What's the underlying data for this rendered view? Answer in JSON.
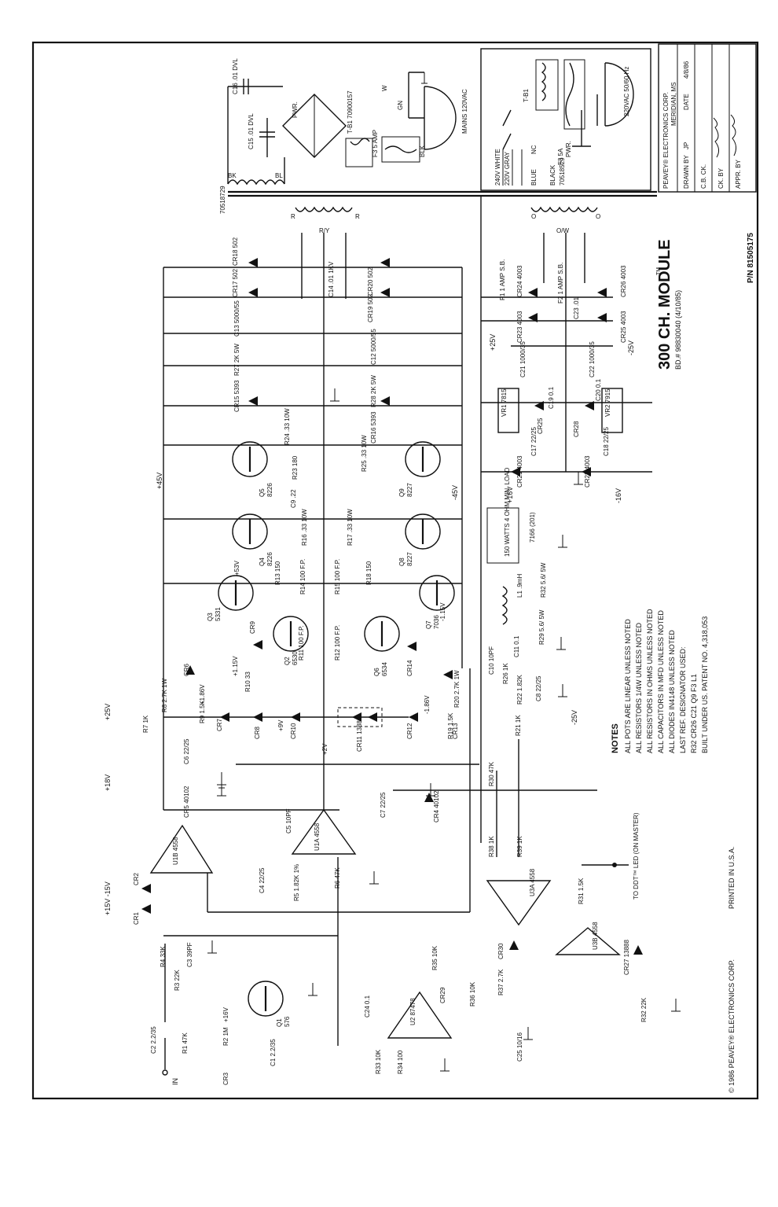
{
  "title": {
    "main": "300 CH. MODULE",
    "tm": "TM",
    "board": "BD.# 98830040 (4/10/85)",
    "part_number": "P/N 81505175"
  },
  "title_block": {
    "company": "PEAVEY® ELECTRONICS CORP.",
    "location": "MERIDIAN, MS",
    "rows": [
      {
        "label": "DRAWN BY",
        "value": "JP"
      },
      {
        "label": "C.B. CK.",
        "value": ""
      },
      {
        "label": "CK. BY",
        "value": ""
      },
      {
        "label": "APPR. BY",
        "value": ""
      },
      {
        "label": "DATE",
        "value": "4/8/86"
      }
    ]
  },
  "notes": {
    "heading": "NOTES",
    "lines": [
      "ALL POTS ARE LINEAR UNLESS NOTED",
      "ALL RESISTORS 1/4W UNLESS NOTED",
      "ALL RESISTORS IN OHMS UNLESS NOTED",
      "ALL CAPACITORS IN MFD UNLESS NOTED",
      "ALL DIODES IN4148 UNLESS NOTED",
      "LAST REF. DESIGNATOR USED:",
      "R32   CR26   C21   Q9   F3   L1",
      "BUILT UNDER US. PATENT NO. 4,318,053"
    ]
  },
  "footer": {
    "copyright": "© 1986  PEAVEY® ELECTRONICS CORP.",
    "printed": "PRINTED IN U.S.A."
  },
  "mains": {
    "label_120": "MAINS 120VAC",
    "label_220": "220VAC 50/60 Hz",
    "fuse_primary": "F3 5 AMP",
    "fuse_alt": "F3 5A",
    "pwr": "PWR.",
    "tb1": "T-B1 70900157",
    "tb1_alt": "T-B1",
    "taps": [
      "240V WHITE",
      "220V GRAY",
      "BLUE",
      "NC",
      "BLACK"
    ],
    "transformer_primary": "70518729",
    "transformer_alt": "70518529",
    "c15": "C15 .01 DVL",
    "c16": "C16 .01 DVL",
    "wire_labels": [
      "BK",
      "BL",
      "W",
      "GN",
      "BLK",
      "BLUE",
      "GN"
    ]
  },
  "power_supply": {
    "secondary_labels": [
      "R",
      "R/Y",
      "R",
      "O",
      "O/W",
      "O"
    ],
    "rails": [
      "+45V",
      "-45V",
      "+25V",
      "-25V",
      "+16V",
      "-16V",
      "+15V -15V",
      "+18V"
    ],
    "parts": [
      "CR18 502",
      "CR17 502",
      "CR20 502",
      "CR19 502",
      "C14 .01 1KV",
      "C13 5000/55",
      "C12 5000/55",
      "R27 2K 5W",
      "R28 2K 5W",
      "CR15 5393",
      "CR16 5393",
      "F1 1 AMP S.B.",
      "F2 1 AMP S.B.",
      "CR24 4003",
      "CR26 4003",
      "CR23 4003",
      "CR25 4003",
      "C23 .01",
      "C21 1000/35",
      "C22 1000/35",
      "VR1 7815",
      "VR2 7915",
      "C19 0.1",
      "C20 0.1",
      "CR28",
      "CR25",
      "C17 22/25",
      "C18 22/25",
      "CR21 4003",
      "CR22 4003"
    ]
  },
  "output_stage": {
    "transistors": [
      {
        "ref": "Q5",
        "type": "8226"
      },
      {
        "ref": "Q9",
        "type": "8227"
      },
      {
        "ref": "Q4",
        "type": "8226"
      },
      {
        "ref": "Q8",
        "type": "8227"
      },
      {
        "ref": "Q3",
        "type": "5331"
      },
      {
        "ref": "Q7",
        "type": "7036"
      },
      {
        "ref": "Q2",
        "type": "6530"
      },
      {
        "ref": "Q6",
        "type": "6534"
      },
      {
        "ref": "Q1",
        "type": "576"
      }
    ],
    "resistors": [
      "R24 .33 10W",
      "R25 .33 10W",
      "R23 180",
      "C9 .22",
      "R16 .33 10W",
      "R17 .33 10W",
      "R13 150",
      "R18 150",
      "R14 100 F.P.",
      "R15 100 F.P.",
      "R11 100 F.P.",
      "R12 100 F.P.",
      "R10 33",
      "R9 1.5K",
      "R8 2.7K 1W",
      "R7 1K",
      "R19 1.5K",
      "R20 2.7K 1W",
      "R21 1K",
      "R22 1.82K",
      "R26 1K",
      "C10 10PF",
      "C8 22/25",
      "C11 0.1",
      "R29 5.6/ 5W",
      "R32 5.6/ 5W",
      "L1 .9mH"
    ],
    "voltages": [
      "+53V",
      "+1.15V",
      "+1.86V",
      "+9V",
      "+2V",
      "-1.15V",
      "-1.86V"
    ],
    "diodes": [
      "CR9",
      "CR6",
      "CR7",
      "CR8",
      "CR10",
      "CR11 13888",
      "CR12",
      "CR13",
      "CR14"
    ],
    "load": "150 WATTS 4 OHM MIN. LOAD",
    "jack": "7166 (201)"
  },
  "input_stage": {
    "in_label": "IN",
    "parts": [
      "R1 47K",
      "C2 2.2/35",
      "R2 1M",
      "CR3",
      "C1 2.2/35",
      "+16V",
      "R3 22K",
      "R4 33K",
      "C3 39PF",
      "CR1",
      "CR2",
      "U1B 4558",
      "U1A 4558",
      "C4 22/25",
      "R5 1.82K 1%",
      "R6 47K",
      "C5 10PF",
      "C6 22/25",
      "CR5 40102",
      "C7 22/25",
      "CR4 40102",
      "U2 87478",
      "C24 0.1",
      "R33 10K",
      "R34 100",
      "R35 10K",
      "R36 10K",
      "CR29",
      "U3A 4558",
      "U3B 4558",
      "R37 2.7K",
      "R38 1K",
      "R39 1K",
      "R31 1.5K",
      "CR30",
      "CR27 13888",
      "R32 22K",
      "C25 10/16",
      "R30 47K"
    ],
    "led_label": "TO DDT™ LED (ON MASTER)"
  }
}
